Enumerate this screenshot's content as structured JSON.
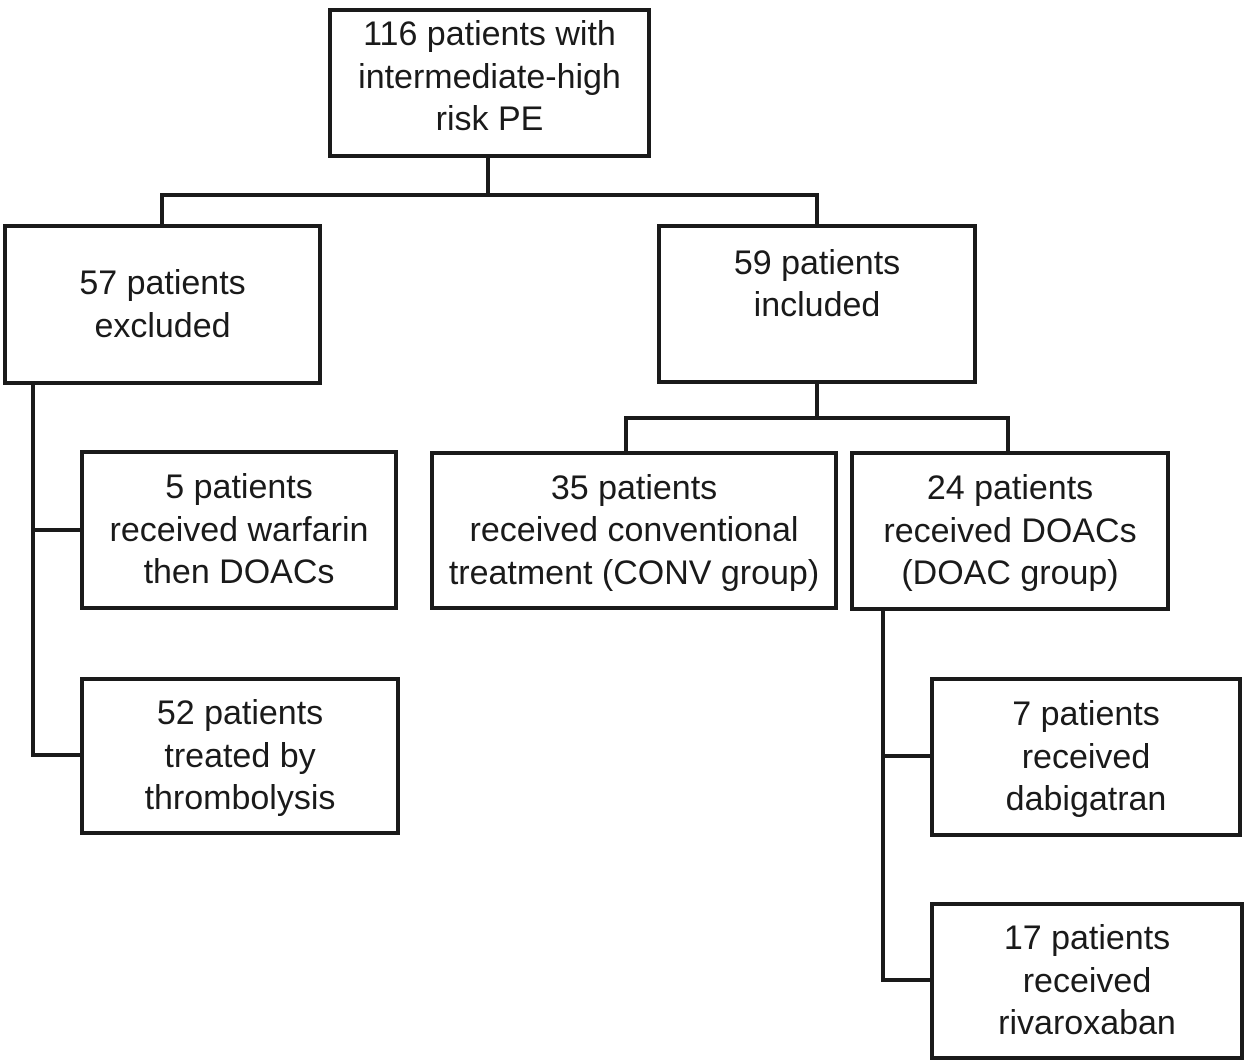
{
  "figure": {
    "type": "patient-flow-diagram",
    "colors": {
      "line": "#1a1a1a",
      "box_border": "#1a1a1a",
      "box_fill": "#ffffff",
      "background": "#ffffff",
      "text": "#1a1a1a"
    }
  },
  "nodes": {
    "total": {
      "text": "116 patients with\nintermediate-high\nrisk PE"
    },
    "excluded": {
      "text": "57 patients\nexcluded"
    },
    "included": {
      "text": "59 patients\nincluded"
    },
    "warfarin": {
      "text": "5 patients\nreceived warfarin\nthen DOACs"
    },
    "conventional": {
      "text": "35 patients\nreceived conventional\ntreatment (CONV group)"
    },
    "doac": {
      "text": "24 patients\nreceived DOACs\n(DOAC group)"
    },
    "thrombolysis": {
      "text": "52 patients\ntreated by\nthrombolysis"
    },
    "dabigatran": {
      "text": "7 patients\nreceived\ndabigatran"
    },
    "rivaroxaban": {
      "text": "17 patients\nreceived\nrivaroxaban"
    }
  },
  "edges": [
    {
      "from": "total",
      "to": "excluded"
    },
    {
      "from": "total",
      "to": "included"
    },
    {
      "from": "excluded",
      "to": "warfarin"
    },
    {
      "from": "excluded",
      "to": "thrombolysis"
    },
    {
      "from": "included",
      "to": "conventional"
    },
    {
      "from": "included",
      "to": "doac"
    },
    {
      "from": "doac",
      "to": "dabigatran"
    },
    {
      "from": "doac",
      "to": "rivaroxaban"
    }
  ]
}
